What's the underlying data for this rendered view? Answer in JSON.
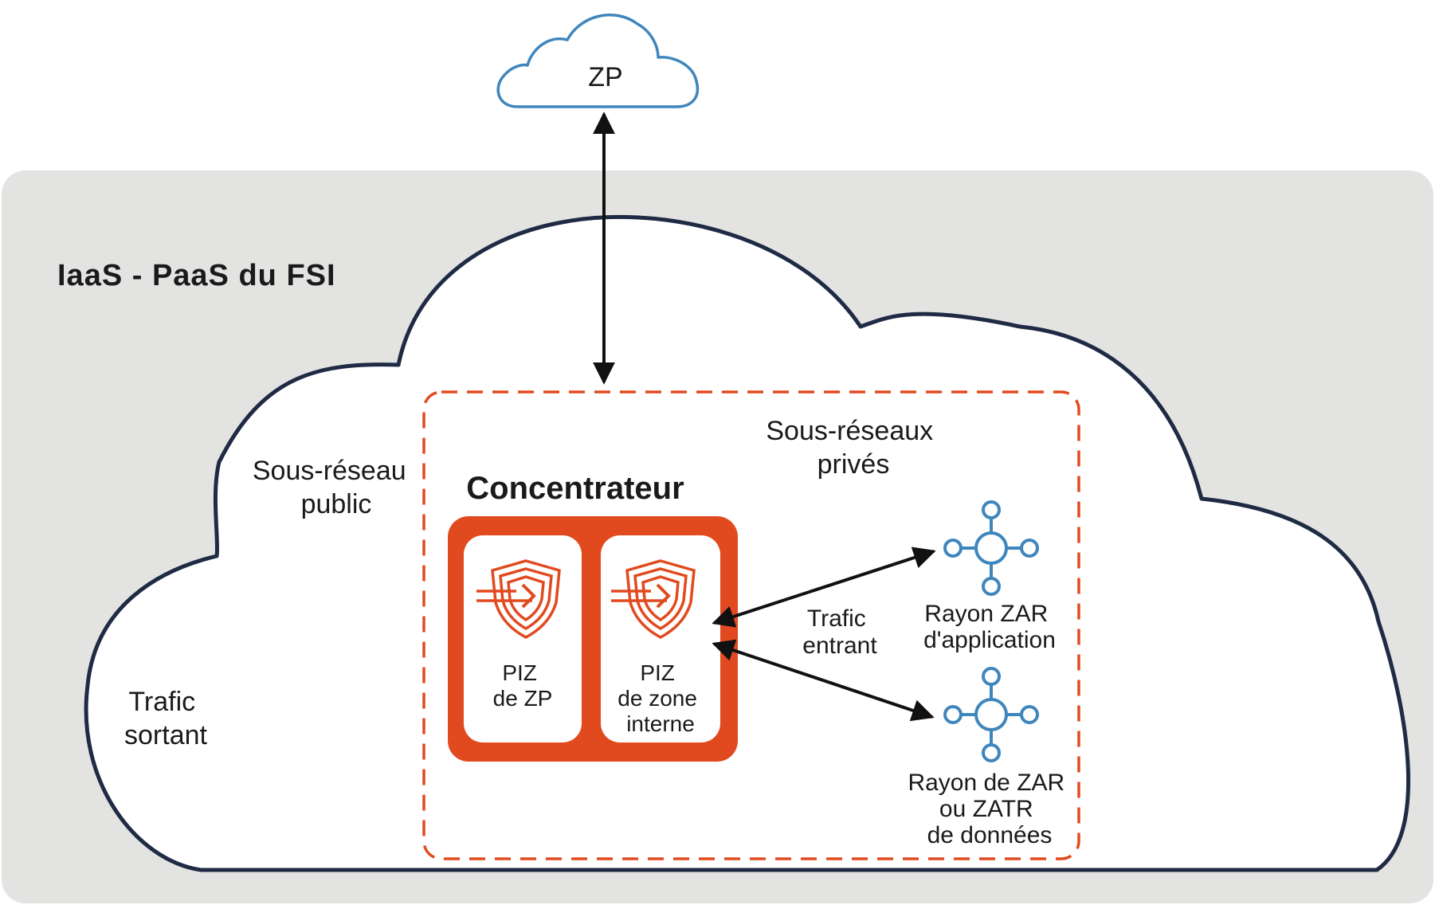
{
  "colors": {
    "frame_bg": "#e3e4e2",
    "cloud_stroke": "#1f2a44",
    "accent_orange": "#e14a1f",
    "zp_cloud_stroke": "#3f86bd",
    "spoke_icon": "#3f86bd"
  },
  "zp_cloud": {
    "label": "ZP"
  },
  "frame": {
    "title": "IaaS - PaaS du FSI"
  },
  "public_subnet": {
    "line1": "Sous-réseau",
    "line2": "public"
  },
  "private_subnets": {
    "line1": "Sous-réseaux",
    "line2": "privés"
  },
  "outbound": {
    "line1": "Trafic",
    "line2": "sortant"
  },
  "inbound": {
    "line1": "Trafic",
    "line2": "entrant"
  },
  "hub": {
    "title": "Concentrateur",
    "left_card": {
      "line1": "PIZ",
      "line2": "de ZP",
      "icon": "shield-arrow-icon"
    },
    "right_card": {
      "line1": "PIZ",
      "line2": "de zone",
      "line3": "interne",
      "icon": "shield-arrow-icon"
    }
  },
  "spokes": {
    "app": {
      "line1": "Rayon ZAR",
      "line2": "d'application",
      "icon": "network-node-icon"
    },
    "data": {
      "line1": "Rayon de ZAR",
      "line2": "ou ZATR",
      "line3": "de données",
      "icon": "network-node-icon"
    }
  }
}
